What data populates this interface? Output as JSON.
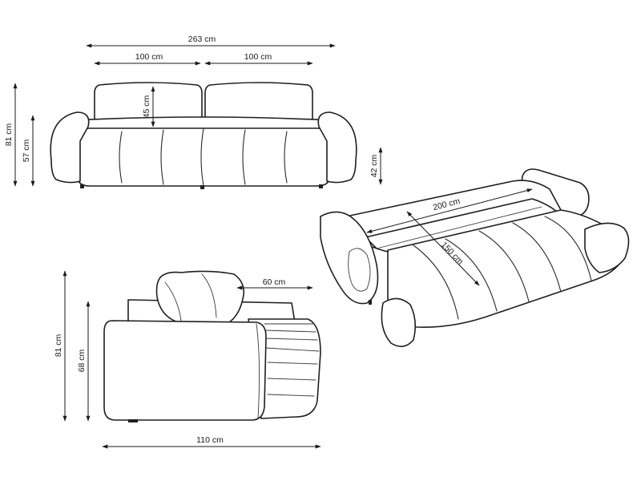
{
  "colors": {
    "line": "#1f1f1f",
    "background": "#ffffff"
  },
  "dimensions": {
    "front_total_width": "263 cm",
    "front_seat_left": "100 cm",
    "front_seat_right": "100 cm",
    "front_cushion_height": "45 cm",
    "front_total_height": "81 cm",
    "front_arm_height": "57 cm",
    "bed_seat_height": "42 cm",
    "bed_length": "200 cm",
    "bed_width": "150 cm",
    "side_cushion_depth": "60 cm",
    "side_total_height": "81 cm",
    "side_arm_height": "68 cm",
    "side_depth": "110 cm"
  }
}
